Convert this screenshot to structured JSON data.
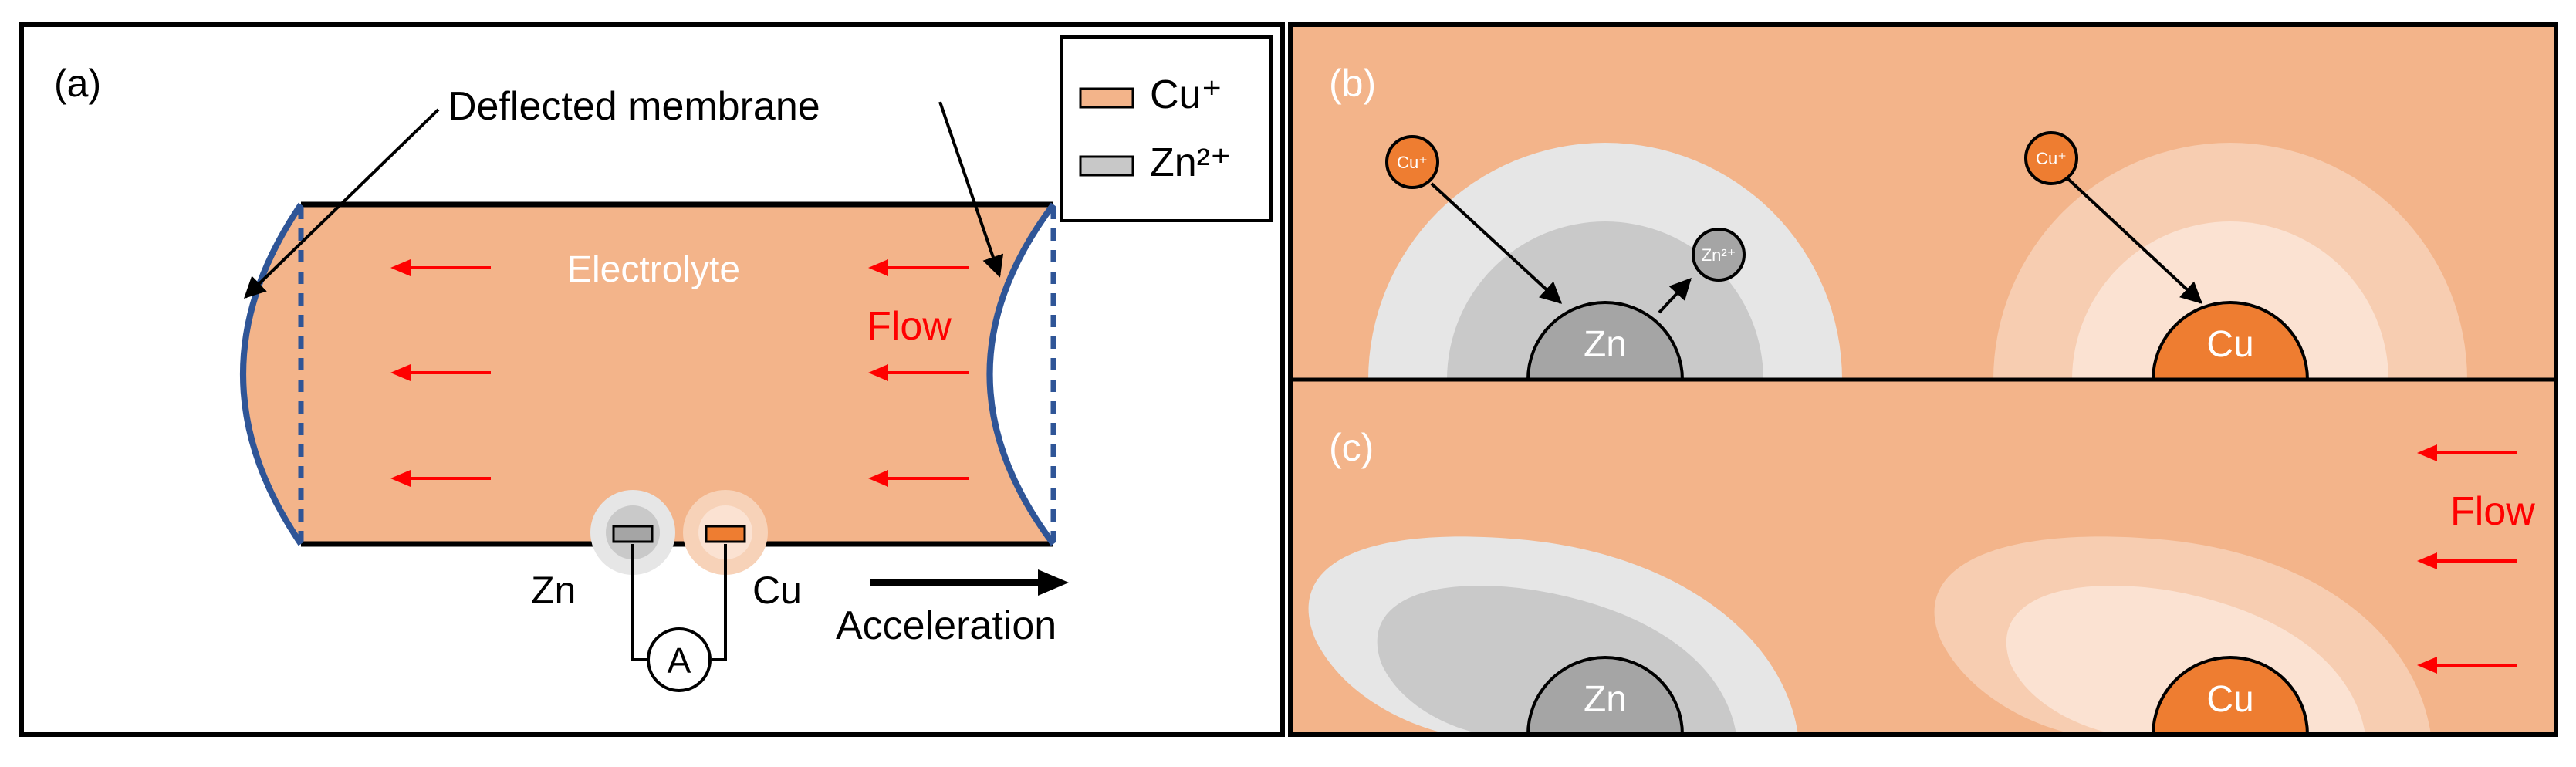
{
  "panel_a": {
    "label": "(a)",
    "membrane_label": "Deflected membrane",
    "electrolyte_label": "Electrolyte",
    "flow_label": "Flow",
    "zn_label": "Zn",
    "cu_label": "Cu",
    "ammeter_label": "A",
    "acceleration_label": "Acceleration",
    "legend": {
      "items": [
        {
          "label": "Cu⁺",
          "color": "#f3b48a"
        },
        {
          "label": "Zn²⁺",
          "color": "#c8c8c8"
        }
      ]
    }
  },
  "panel_b": {
    "label": "(b)",
    "zn_label": "Zn",
    "cu_label": "Cu",
    "cu_ion_left": "Cu⁺",
    "cu_ion_right": "Cu⁺",
    "zn_ion": "Zn²⁺"
  },
  "panel_c": {
    "label": "(c)",
    "zn_label": "Zn",
    "cu_label": "Cu",
    "flow_label": "Flow"
  },
  "colors": {
    "electrolyte": "#f3b48a",
    "copper": "#ee7d31",
    "zinc": "#a5a5a5",
    "zinc_halo_inner": "#c9c9c9",
    "zinc_halo_outer": "#e6e6e6",
    "copper_halo_inner": "#fbe2d2",
    "copper_halo_outer": "#f7cdb1",
    "membrane": "#2f5597",
    "flow_arrow": "#ff0000",
    "text_light": "#ffffff"
  }
}
